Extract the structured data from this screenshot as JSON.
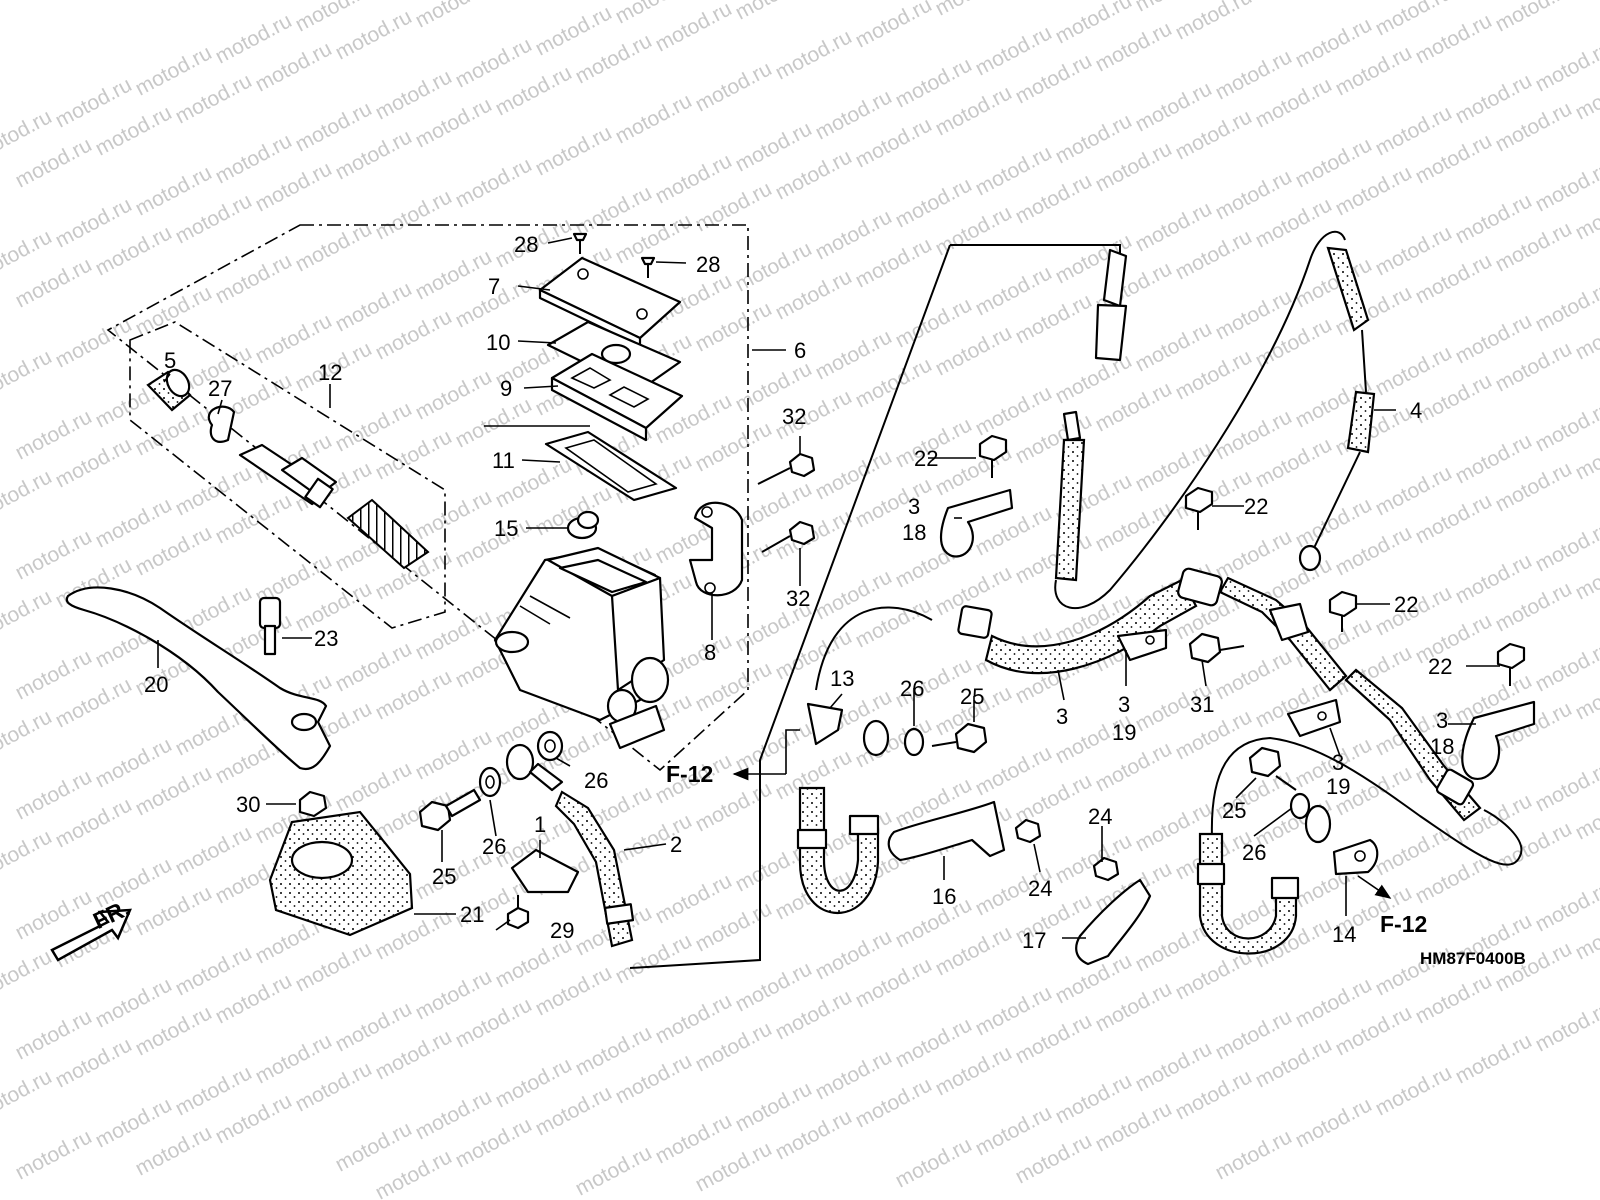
{
  "watermark": {
    "text": "motod.ru"
  },
  "reference_code": "HM87F0400B",
  "front_indicator": "FR.",
  "cross_reference_label": "F-12",
  "callouts": {
    "n1": "1",
    "n2": "2",
    "n3": "3",
    "n4": "4",
    "n5": "5",
    "n6": "6",
    "n7": "7",
    "n8": "8",
    "n9": "9",
    "n10": "10",
    "n11": "11",
    "n12": "12",
    "n13": "13",
    "n14": "14",
    "n15": "15",
    "n16": "16",
    "n17": "17",
    "n18": "18",
    "n19": "19",
    "n20": "20",
    "n21": "21",
    "n22": "22",
    "n23": "23",
    "n24": "24",
    "n25": "25",
    "n26": "26",
    "n27": "27",
    "n28": "28",
    "n29": "29",
    "n30": "30",
    "n31": "31",
    "n32": "32"
  }
}
